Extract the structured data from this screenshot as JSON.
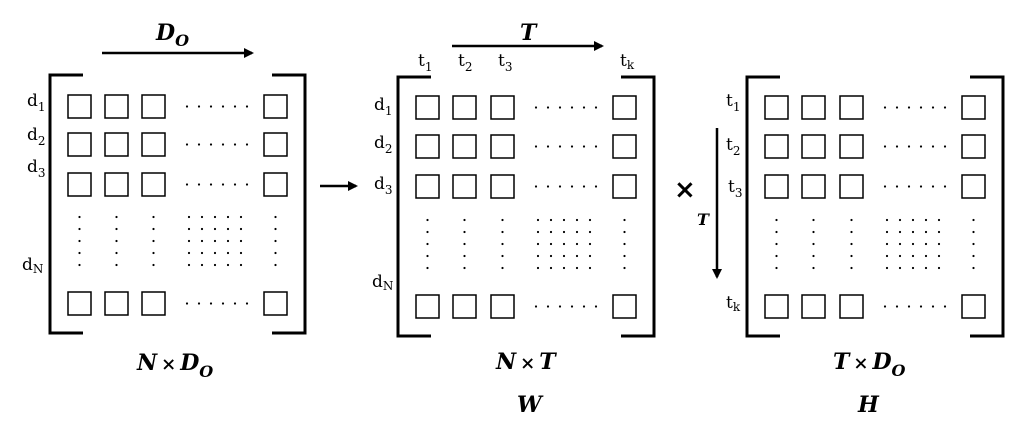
{
  "matrices": [
    {
      "id": "data",
      "row_labels": [
        [
          "d",
          "1"
        ],
        [
          "d",
          "2"
        ],
        [
          "d",
          "3"
        ],
        [
          "d",
          "N"
        ]
      ],
      "col_labels": [],
      "top_arrow_label": [
        "D",
        "O"
      ],
      "dims_label": {
        "left": "N",
        "times": "×",
        "right": [
          "D",
          "O"
        ]
      },
      "name": ""
    },
    {
      "id": "w",
      "row_labels": [
        [
          "d",
          "1"
        ],
        [
          "d",
          "2"
        ],
        [
          "d",
          "3"
        ],
        [
          "d",
          "N"
        ]
      ],
      "col_labels": [
        [
          "t",
          "1"
        ],
        [
          "t",
          "2"
        ],
        [
          "t",
          "3"
        ],
        [
          "t",
          "k"
        ]
      ],
      "top_arrow_label": [
        "T",
        ""
      ],
      "dims_label": {
        "left": "N",
        "times": "×",
        "right": [
          "T",
          ""
        ]
      },
      "name": "W"
    },
    {
      "id": "h",
      "row_labels": [
        [
          "t",
          "1"
        ],
        [
          "t",
          "2"
        ],
        [
          "t",
          "3"
        ],
        [
          "t",
          "k"
        ]
      ],
      "col_labels": [],
      "side_arrow_label": "T",
      "dims_label": {
        "left": "T",
        "times": "×",
        "right": [
          "D",
          "O"
        ]
      },
      "name": "H"
    }
  ],
  "operators": {
    "equals_arrow": "→",
    "multiply": "×"
  }
}
